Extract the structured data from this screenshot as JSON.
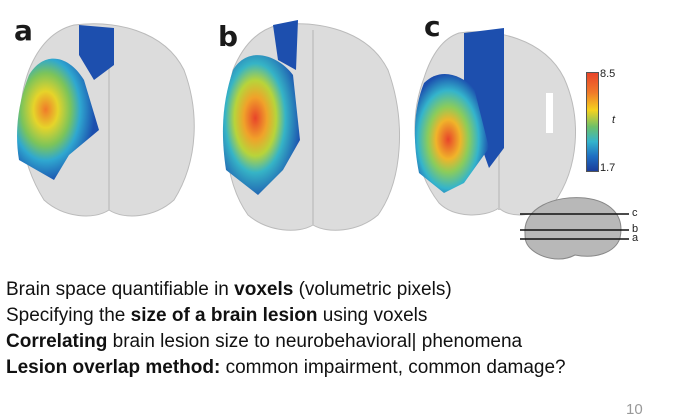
{
  "figure": {
    "panels": [
      {
        "label": "a"
      },
      {
        "label": "b"
      },
      {
        "label": "c"
      }
    ],
    "colorbar": {
      "max": "8.5",
      "min": "1.7",
      "variable": "t",
      "colors": [
        "#e8442a",
        "#f5d21e",
        "#6cc06a",
        "#34b4cc",
        "#1c3d9a"
      ]
    },
    "slice_lines": [
      "c",
      "b",
      "a"
    ]
  },
  "bullets": [
    {
      "parts": [
        {
          "text": "Brain space quantifiable in ",
          "bold": false
        },
        {
          "text": "voxels",
          "bold": true
        },
        {
          "text": " (volumetric pixels)",
          "bold": false
        }
      ]
    },
    {
      "parts": [
        {
          "text": "Specifying the ",
          "bold": false
        },
        {
          "text": "size of a brain lesion",
          "bold": true
        },
        {
          "text": " using voxels",
          "bold": false
        }
      ]
    },
    {
      "parts": [
        {
          "text": "Correlating",
          "bold": true
        },
        {
          "text": " brain lesion size to neurobehavioral| phenomena",
          "bold": false
        }
      ]
    },
    {
      "parts": [
        {
          "text": "Lesion overlap method:",
          "bold": true
        },
        {
          "text": " common impairment, common damage?",
          "bold": false
        }
      ]
    }
  ],
  "page_number": "10"
}
